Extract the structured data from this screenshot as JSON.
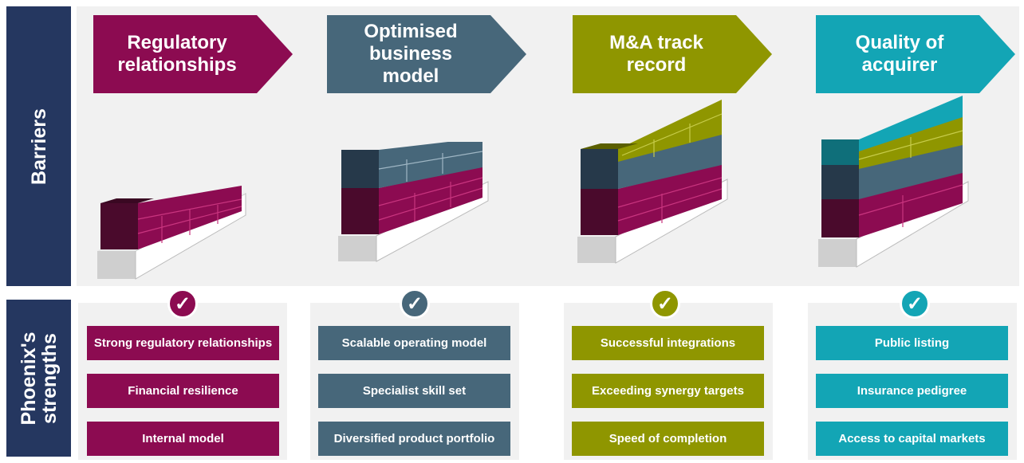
{
  "side_labels": {
    "barriers": "Barriers",
    "strengths_line1": "Phoenix's",
    "strengths_line2": "strengths"
  },
  "colors": {
    "navy": "#253760",
    "magenta": "#8c0b51",
    "slate": "#47677a",
    "olive": "#8f9600",
    "teal": "#13a5b5",
    "panel": "#f1f1f1"
  },
  "columns": [
    {
      "title": "Regulatory relationships",
      "check": "✓",
      "items": [
        "Strong regulatory relationships",
        "Financial resilience",
        "Internal model"
      ]
    },
    {
      "title": "Optimised business model",
      "check": "✓",
      "items": [
        "Scalable operating model",
        "Specialist skill set",
        "Diversified product portfolio"
      ]
    },
    {
      "title": "M&A track record",
      "check": "✓",
      "items": [
        "Successful integrations",
        "Exceeding synergy targets",
        "Speed of completion"
      ]
    },
    {
      "title": "Quality of acquirer",
      "check": "✓",
      "items": [
        "Public listing",
        "Insurance pedigree",
        "Access to capital markets"
      ]
    }
  ]
}
